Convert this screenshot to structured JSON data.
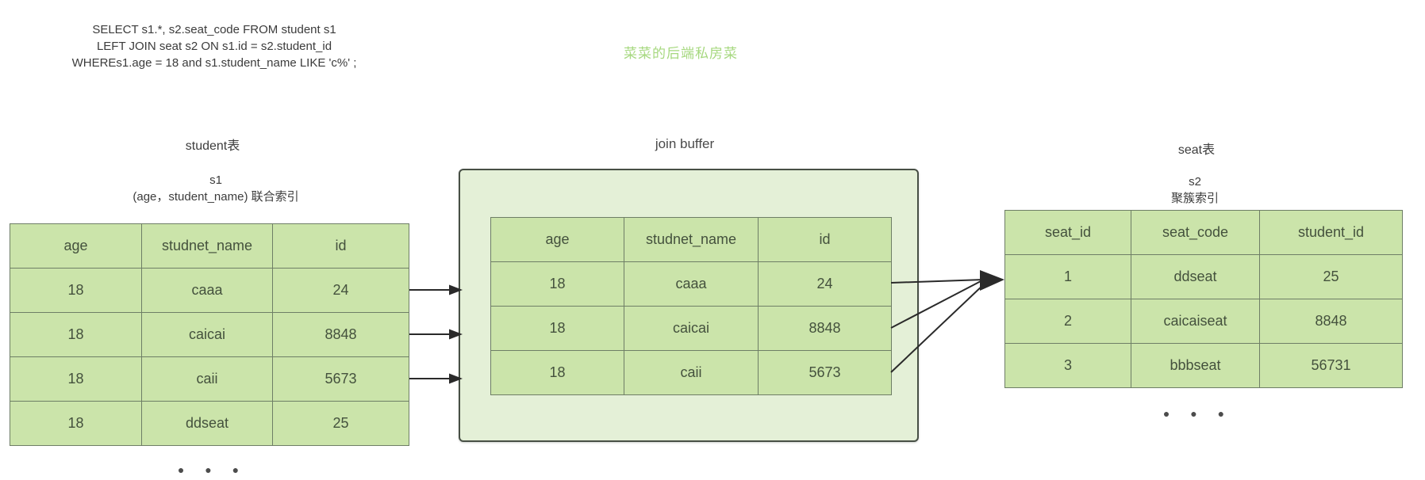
{
  "sql_query": {
    "lines": [
      "SELECT s1.*, s2.seat_code FROM student s1",
      "LEFT JOIN seat s2 ON s1.id = s2.student_id",
      "WHEREs1.age = 18 and s1.student_name LIKE 'c%' ;"
    ]
  },
  "watermark": {
    "text": "菜菜的后端私房菜",
    "color": "#a6d87f"
  },
  "student_table": {
    "title": "student表",
    "alias": "s1",
    "index_note": "(age，student_name) 联合索引",
    "columns": [
      "age",
      "studnet_name",
      "id"
    ],
    "rows": [
      [
        "18",
        "caaa",
        "24"
      ],
      [
        "18",
        "caicai",
        "8848"
      ],
      [
        "18",
        "caii",
        "5673"
      ],
      [
        "18",
        "ddseat",
        "25"
      ]
    ],
    "ellipsis": "● ● ●"
  },
  "join_buffer": {
    "title": "join buffer",
    "columns": [
      "age",
      "studnet_name",
      "id"
    ],
    "rows": [
      [
        "18",
        "caaa",
        "24"
      ],
      [
        "18",
        "caicai",
        "8848"
      ],
      [
        "18",
        "caii",
        "5673"
      ]
    ]
  },
  "seat_table": {
    "title": "seat表",
    "alias": "s2",
    "index_note": "聚簇索引",
    "columns": [
      "seat_id",
      "seat_code",
      "student_id"
    ],
    "rows": [
      [
        "1",
        "ddseat",
        "25"
      ],
      [
        "2",
        "caicaiseat",
        "8848"
      ],
      [
        "3",
        "bbbseat",
        "56731"
      ]
    ],
    "ellipsis": "● ● ●"
  },
  "colors": {
    "cell_green": "#cbe4aa",
    "buffer_background": "#e4f0d7",
    "table_border": "#6e7e66",
    "buffer_border": "#474f45",
    "arrow": "#2a2a2a",
    "watermark_green": "#a6d87f",
    "cell_text": "#44513d"
  }
}
